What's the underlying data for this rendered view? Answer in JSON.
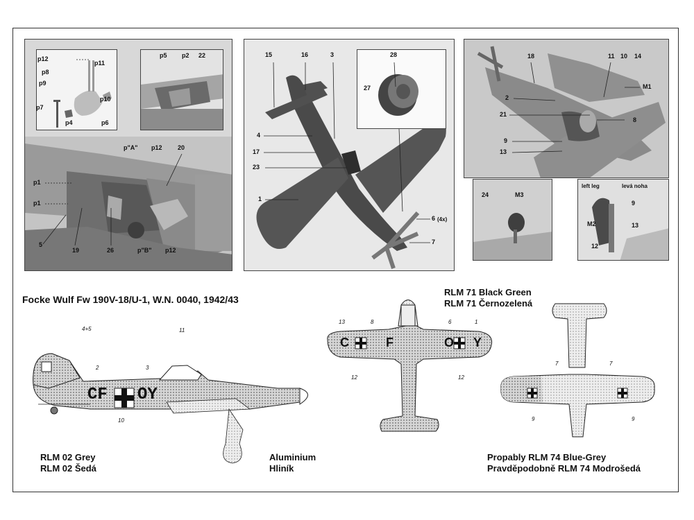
{
  "title": "Focke Wulf Fw 190V-18/U-1, W.N. 0040, 1942/43",
  "photo1_labels": {
    "p12_top": "p12",
    "p11": "p11",
    "p8": "p8",
    "p9": "p9",
    "p10": "p10",
    "p7": "p7",
    "p4": "p4",
    "p6": "p6",
    "p5": "p5",
    "p2": "p2",
    "n22": "22",
    "pA": "p\"A\"",
    "p12_mid": "p12",
    "n20": "20",
    "p1_a": "p1",
    "p1_b": "p1",
    "n5": "5",
    "n19": "19",
    "n26": "26",
    "pB": "p\"B\"",
    "p12_bot": "p12"
  },
  "photo2_labels": {
    "n15": "15",
    "n16": "16",
    "n3": "3",
    "n28": "28",
    "n27": "27",
    "n4": "4",
    "n17": "17",
    "n23": "23",
    "n1": "1",
    "n6": "6",
    "x4": "(4x)",
    "n7": "7"
  },
  "photo3_labels": {
    "n18": "18",
    "n11": "11",
    "n10": "10",
    "n14": "14",
    "M1": "M1",
    "n2": "2",
    "n21": "21",
    "n8": "8",
    "n9": "9",
    "n13": "13",
    "n24": "24",
    "M3": "M3",
    "left_leg": "left leg",
    "leva_noha": "levá noha",
    "n9b": "9",
    "M2": "M2",
    "n13b": "13",
    "n12": "12"
  },
  "side_view": {
    "n4_5": "4+5",
    "n11": "11",
    "n2": "2",
    "n3": "3",
    "n10": "10",
    "code_left": "CF",
    "code_right": "OY"
  },
  "top_view": {
    "n13": "13",
    "n8": "8",
    "n6": "6",
    "n1": "1",
    "n12a": "12",
    "n12b": "12",
    "C": "C",
    "F": "F",
    "O": "O",
    "Y": "Y"
  },
  "under_view": {
    "n7a": "7",
    "n7b": "7",
    "n9a": "9",
    "n9b": "9"
  },
  "captions": {
    "rlm71_en": "RLM 71 Black Green",
    "rlm71_cz": "RLM 71 Černozelená",
    "rlm02_en": "RLM 02 Grey",
    "rlm02_cz": "RLM 02 Šedá",
    "alu_en": "Aluminium",
    "alu_cz": "Hliník",
    "rlm74_en": "Propably RLM 74 Blue-Grey",
    "rlm74_cz": "Pravděpodobně RLM 74 Modrošedá"
  }
}
